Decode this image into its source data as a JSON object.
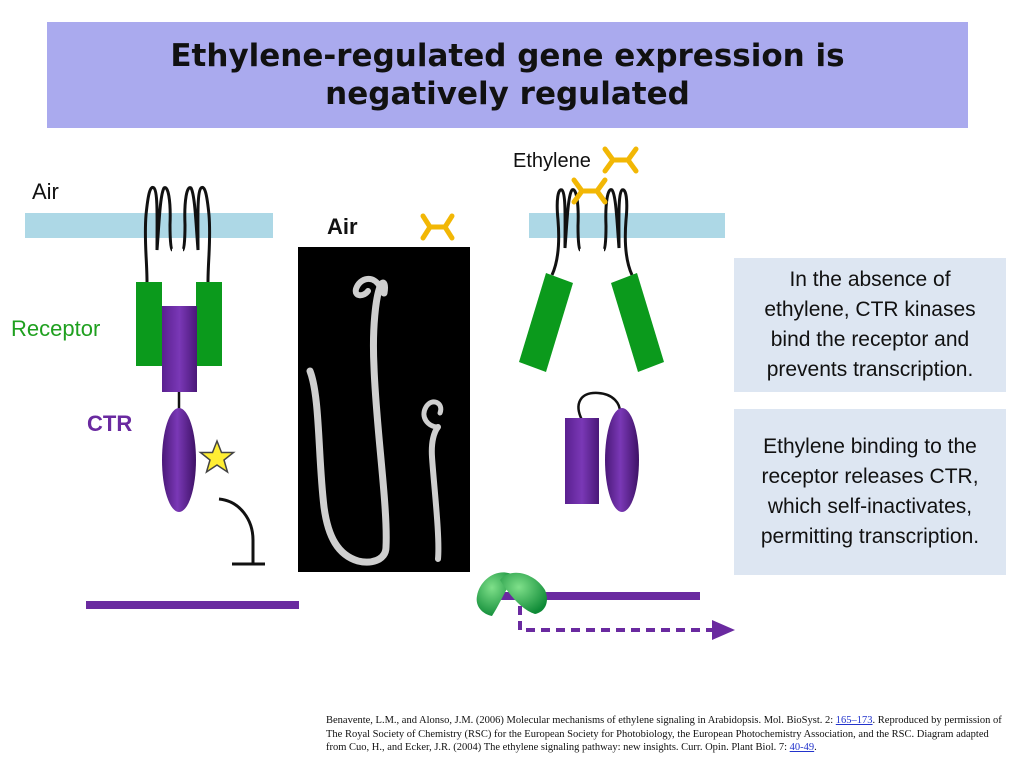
{
  "title": "Ethylene-regulated gene expression is negatively regulated",
  "labels": {
    "air_left": "Air",
    "air_center": "Air",
    "ethylene": "Ethylene",
    "receptor": "Receptor",
    "ctr": "CTR"
  },
  "notes": {
    "absence": "In the absence of ethylene, CTR kinases bind the receptor and prevents transcription.",
    "binding": "Ethylene binding to the receptor releases CTR, which self-inactivates, permitting transcription."
  },
  "citation": {
    "part1": "Benavente, L.M., and Alonso, J.M. (2006) Molecular mechanisms of ethylene signaling in Arabidopsis. Mol. BioSyst. 2: ",
    "link1": "165–173",
    "part2": ". Reproduced by permission of The Royal Society of Chemistry (RSC) for the European Society for Photobiology, the European Photochemistry Association, and the RSC. Diagram adapted from Cuo, H., and Ecker, J.R. (2004) The ethylene signaling pathway: new insights. Curr. Opin. Plant Biol. 7: ",
    "link2": "40-49",
    "part3": "."
  },
  "colors": {
    "title_bg": "#aaaaee",
    "membrane": "#add8e6",
    "receptor": "#0b9a1c",
    "ctr": "#6a2aa0",
    "ethylene": "#f2b705",
    "dna": "#6a2aa0",
    "polymerase": "#19b04a",
    "note_bg": "#dde6f2",
    "receptor_label": "#1fa01f",
    "ctr_label": "#6a2aa0"
  }
}
